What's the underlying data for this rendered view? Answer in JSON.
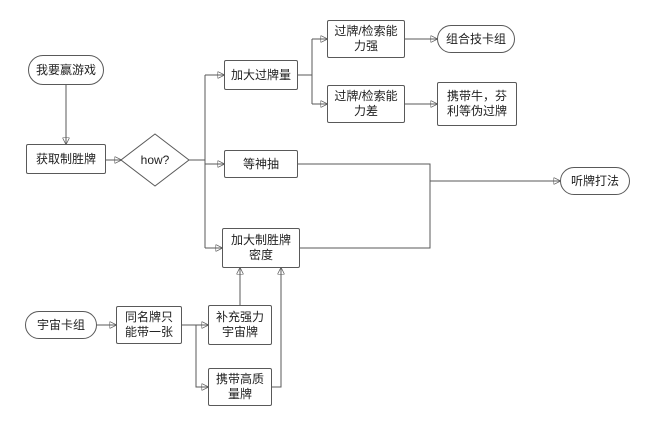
{
  "diagram": {
    "kind": "flowchart",
    "colors": {
      "border": "#595959",
      "line": "#595959",
      "text": "#1f1f1f",
      "background": "#ffffff"
    }
  },
  "nodes": {
    "start": {
      "label": "我要赢游戏"
    },
    "get_win_cards": {
      "label": "获取制胜牌"
    },
    "how": {
      "label": "how?"
    },
    "increase_draw": {
      "label": "加大过牌量"
    },
    "wait_god_draw": {
      "label": "等神抽"
    },
    "increase_density": {
      "label": "加大制胜牌密度"
    },
    "draw_strong": {
      "label": "过牌/检索能力强"
    },
    "draw_weak": {
      "label": "过牌/检索能力差"
    },
    "combo_deck": {
      "label": "组合技卡组"
    },
    "pseudo_draw": {
      "label": "携带牛，芬利等伪过牌"
    },
    "ready_hand": {
      "label": "听牌打法"
    },
    "universe_deck": {
      "label": "宇宙卡组"
    },
    "one_copy": {
      "label": "同名牌只能带一张"
    },
    "supplement": {
      "label": "补充强力宇宙牌"
    },
    "high_quality": {
      "label": "携带高质量牌"
    }
  }
}
